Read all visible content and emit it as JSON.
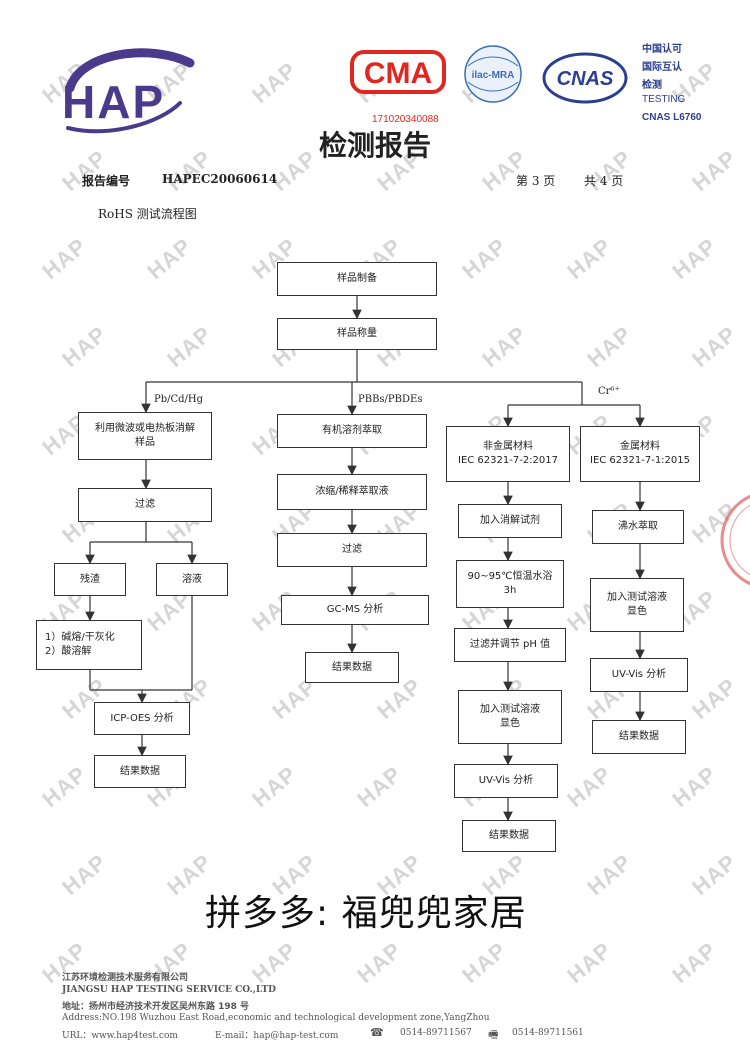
{
  "brand": {
    "logo_text": "HAP"
  },
  "certs": {
    "cma": "CMA",
    "ilac": "ilac-MRA",
    "cnas": "CNAS",
    "cnas_lines": [
      "中国认可",
      "国际互认",
      "检测",
      "TESTING",
      "CNAS L6760"
    ],
    "cert_number": "171020340088"
  },
  "report": {
    "title": "检测报告",
    "number_label": "报告编号",
    "number": "HAPEC20060614",
    "page": "第 3 页",
    "total": "共 4 页",
    "subtitle": "RoHS 测试流程图"
  },
  "flow": {
    "sample_prep": "样品制备",
    "sample_weigh": "样品称量",
    "branch_labels": [
      "Pb/Cd/Hg",
      "PBBs/PBDEs",
      "Cr⁶⁺"
    ],
    "col1": {
      "digest": "利用微波或电热板消解\n样品",
      "filter": "过滤",
      "residue": "残渣",
      "solution": "溶液",
      "fusion": "1）碱熔/干灰化\n2）酸溶解",
      "icp": "ICP-OES 分析",
      "result": "结果数据"
    },
    "col2": {
      "extract": "有机溶剂萃取",
      "concentrate": "浓缩/稀释萃取液",
      "filter": "过滤",
      "gcms": "GC-MS 分析",
      "result": "结果数据"
    },
    "col3": {
      "nonmetal": "非金属材料\nIEC 62321-7-2:2017",
      "add_digest": "加入消解试剂",
      "water_bath": "90~95℃恒温水浴\n3h",
      "filter_ph": "过滤并调节 pH 值",
      "add_reagent": "加入测试溶液\n显色",
      "uvvis": "UV-Vis 分析",
      "result": "结果数据"
    },
    "col4": {
      "metal": "金属材料\nIEC 62321-7-1:2015",
      "boil": "沸水萃取",
      "add_reagent": "加入测试溶液\n显色",
      "uvvis": "UV-Vis 分析",
      "result": "结果数据"
    }
  },
  "overlay": {
    "shop_text": "拼多多:  福兜兜家居"
  },
  "footer": {
    "company_cn": "江苏环境检测技术服务有限公司",
    "company_en": "JIANGSU HAP TESTING SERVICE CO.,LTD",
    "address_cn": "地址：扬州市经济技术开发区吴州东路 198 号",
    "address_en": "Address:NO.198 Wuzhou East Road,economic and technological development zone,YangZhou",
    "url": "URL：www.hap4test.com",
    "email": "E-mail：hap@hap-test.com",
    "tel": "0514-89711567",
    "fax": "0514-89711561"
  },
  "colors": {
    "brand_purple": "#4a3a8c",
    "cma_red": "#e0261e",
    "cnas_blue": "#2a3f8f"
  }
}
